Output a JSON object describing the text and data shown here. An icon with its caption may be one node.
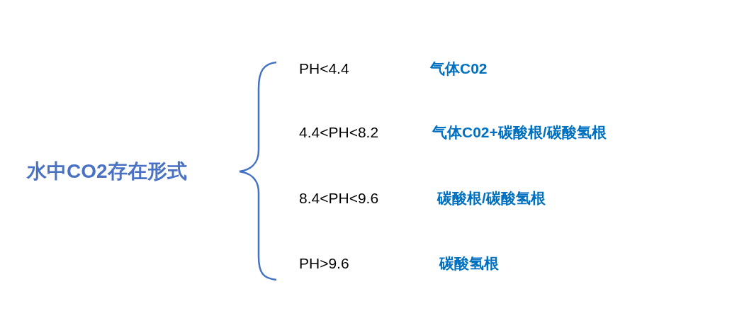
{
  "diagram": {
    "labels": [
      "水中CO2存在形式",
      "PH<4.4",
      "气体C02",
      "4.4<PH<8.2",
      "气体C02+碳酸根/碳酸氢根",
      "8.4<PH<9.6",
      "碳酸根/碳酸氢根",
      "PH>9.6",
      "碳酸氢根"
    ]
  }
}
